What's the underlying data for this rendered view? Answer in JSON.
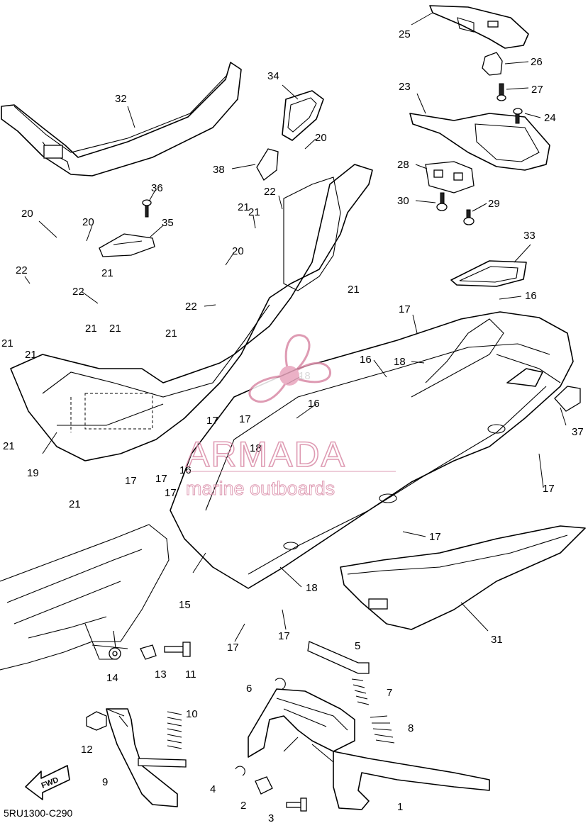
{
  "diagram": {
    "code": "5RU1300-C290",
    "direction_label": "FWD",
    "watermark": {
      "brand": "ARMADA",
      "tagline": "marine outboards",
      "color": "#d98aa6"
    },
    "callouts": [
      {
        "id": "c1",
        "text": "1"
      },
      {
        "id": "c2",
        "text": "2"
      },
      {
        "id": "c3",
        "text": "3"
      },
      {
        "id": "c4",
        "text": "4"
      },
      {
        "id": "c5",
        "text": "5"
      },
      {
        "id": "c6",
        "text": "6"
      },
      {
        "id": "c7",
        "text": "7"
      },
      {
        "id": "c8",
        "text": "8"
      },
      {
        "id": "c9",
        "text": "9"
      },
      {
        "id": "c10",
        "text": "10"
      },
      {
        "id": "c11",
        "text": "11"
      },
      {
        "id": "c12",
        "text": "12"
      },
      {
        "id": "c13",
        "text": "13"
      },
      {
        "id": "c14",
        "text": "14"
      },
      {
        "id": "c15",
        "text": "15"
      },
      {
        "id": "c16a",
        "text": "16"
      },
      {
        "id": "c16b",
        "text": "16"
      },
      {
        "id": "c16c",
        "text": "16"
      },
      {
        "id": "c16d",
        "text": "16"
      },
      {
        "id": "c17a",
        "text": "17"
      },
      {
        "id": "c17b",
        "text": "17"
      },
      {
        "id": "c17c",
        "text": "17"
      },
      {
        "id": "c17d",
        "text": "17"
      },
      {
        "id": "c17e",
        "text": "17"
      },
      {
        "id": "c17f",
        "text": "17"
      },
      {
        "id": "c17g",
        "text": "17"
      },
      {
        "id": "c17h",
        "text": "17"
      },
      {
        "id": "c17i",
        "text": "17"
      },
      {
        "id": "c17j",
        "text": "17"
      },
      {
        "id": "c18a",
        "text": "18"
      },
      {
        "id": "c18b",
        "text": "18"
      },
      {
        "id": "c18c",
        "text": "18"
      },
      {
        "id": "c18d",
        "text": "18"
      },
      {
        "id": "c19",
        "text": "19"
      },
      {
        "id": "c20a",
        "text": "20"
      },
      {
        "id": "c20b",
        "text": "20"
      },
      {
        "id": "c20c",
        "text": "20"
      },
      {
        "id": "c20d",
        "text": "20"
      },
      {
        "id": "c21a",
        "text": "21"
      },
      {
        "id": "c21b",
        "text": "21"
      },
      {
        "id": "c21c",
        "text": "21"
      },
      {
        "id": "c21d",
        "text": "21"
      },
      {
        "id": "c21e",
        "text": "21"
      },
      {
        "id": "c21f",
        "text": "21"
      },
      {
        "id": "c21g",
        "text": "21"
      },
      {
        "id": "c21h",
        "text": "21"
      },
      {
        "id": "c21i",
        "text": "21"
      },
      {
        "id": "c21j",
        "text": "21"
      },
      {
        "id": "c21k",
        "text": "21"
      },
      {
        "id": "c22a",
        "text": "22"
      },
      {
        "id": "c22b",
        "text": "22"
      },
      {
        "id": "c22c",
        "text": "22"
      },
      {
        "id": "c22d",
        "text": "22"
      },
      {
        "id": "c23",
        "text": "23"
      },
      {
        "id": "c24",
        "text": "24"
      },
      {
        "id": "c25",
        "text": "25"
      },
      {
        "id": "c26",
        "text": "26"
      },
      {
        "id": "c27",
        "text": "27"
      },
      {
        "id": "c28",
        "text": "28"
      },
      {
        "id": "c29",
        "text": "29"
      },
      {
        "id": "c30",
        "text": "30"
      },
      {
        "id": "c31",
        "text": "31"
      },
      {
        "id": "c32",
        "text": "32"
      },
      {
        "id": "c33",
        "text": "33"
      },
      {
        "id": "c34",
        "text": "34"
      },
      {
        "id": "c35",
        "text": "35"
      },
      {
        "id": "c36",
        "text": "36"
      },
      {
        "id": "c37",
        "text": "37"
      },
      {
        "id": "c38",
        "text": "38"
      }
    ]
  }
}
